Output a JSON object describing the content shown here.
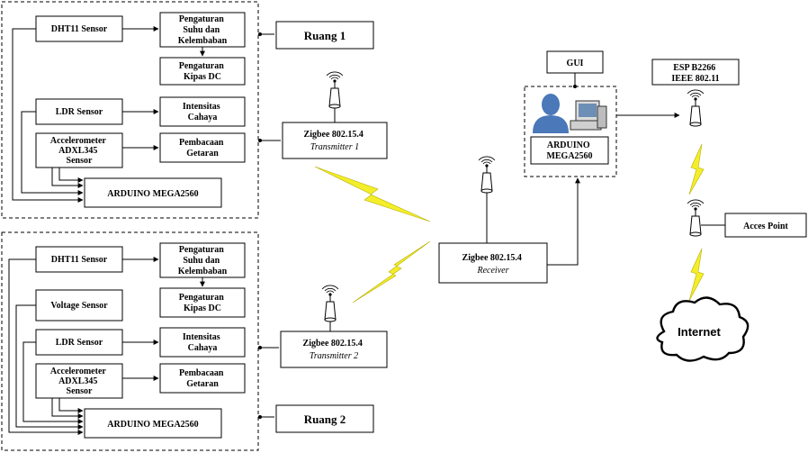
{
  "room1": {
    "label": "Ruang  1",
    "dht": "DHT11 Sensor",
    "suhu": [
      "Pengaturan",
      "Suhu dan",
      "Kelembaban"
    ],
    "kipas": [
      "Pengaturan",
      "Kipas DC"
    ],
    "ldr": "LDR Sensor",
    "intensitas": [
      "Intensitas",
      "Cahaya"
    ],
    "accel": [
      "Accelerometer",
      "ADXL345",
      "Sensor"
    ],
    "getaran": [
      "Pembacaan",
      "Getaran"
    ],
    "arduino": "ARDUINO MEGA2560",
    "zigbee": [
      "Zigbee 802.15.4",
      "Transmitter 1"
    ]
  },
  "room2": {
    "label": "Ruang  2",
    "dht": "DHT11 Sensor",
    "suhu": [
      "Pengaturan",
      "Suhu dan",
      "Kelembaban"
    ],
    "voltage": "Voltage Sensor",
    "kipas": [
      "Pengaturan",
      "Kipas DC"
    ],
    "ldr": "LDR Sensor",
    "intensitas": [
      "Intensitas",
      "Cahaya"
    ],
    "accel": [
      "Accelerometer",
      "ADXL345",
      "Sensor"
    ],
    "getaran": [
      "Pembacaan",
      "Getaran"
    ],
    "arduino": "ARDUINO MEGA2560",
    "zigbee": [
      "Zigbee 802.15.4",
      "Transmitter 2"
    ]
  },
  "receiver": [
    "Zigbee 802.15.4",
    "Receiver"
  ],
  "gui": "GUI",
  "server_arduino": [
    "ARDUINO",
    "MEGA2560"
  ],
  "esp": [
    "ESP B2266",
    "IEEE 802.11"
  ],
  "access_point": "Acces Point",
  "internet": "Internet",
  "colors": {
    "bolt": "#f4ee2a",
    "user_icon": "#4a78b8",
    "line": "#000000"
  },
  "icons": [
    "antenna-icon",
    "lightning-bolt-icon",
    "user-icon",
    "computer-icon",
    "cloud-icon"
  ]
}
